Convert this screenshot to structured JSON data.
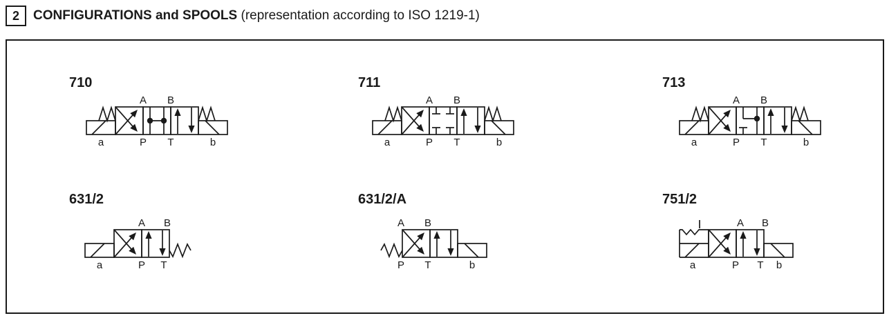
{
  "header": {
    "section_number": "2",
    "title": "CONFIGURATIONS and SPOOLS",
    "subtitle": "(representation according to ISO 1219-1)"
  },
  "colors": {
    "line": "#1a1a1a",
    "background": "#ffffff"
  },
  "valves": [
    {
      "id": "710",
      "type": "3pos",
      "center": "open",
      "port_a": "A",
      "port_b": "B",
      "port_p": "P",
      "port_t": "T",
      "label_a": "a",
      "label_b": "b"
    },
    {
      "id": "711",
      "type": "3pos",
      "center": "closed",
      "port_a": "A",
      "port_b": "B",
      "port_p": "P",
      "port_t": "T",
      "label_a": "a",
      "label_b": "b"
    },
    {
      "id": "713",
      "type": "3pos",
      "center": "abt",
      "port_a": "A",
      "port_b": "B",
      "port_p": "P",
      "port_t": "T",
      "label_a": "a",
      "label_b": "b"
    },
    {
      "id": "631/2",
      "type": "2pos-spring-right",
      "port_a": "A",
      "port_b": "B",
      "port_p": "P",
      "port_t": "T",
      "label_a": "a",
      "label_b": ""
    },
    {
      "id": "631/2/A",
      "type": "2pos-spring-left",
      "port_a": "A",
      "port_b": "B",
      "port_p": "P",
      "port_t": "T",
      "label_a": "",
      "label_b": "b"
    },
    {
      "id": "751/2",
      "type": "2pos-detent",
      "port_a": "A",
      "port_b": "B",
      "port_p": "P",
      "port_t": "T",
      "label_a": "a",
      "label_b": "b"
    }
  ]
}
